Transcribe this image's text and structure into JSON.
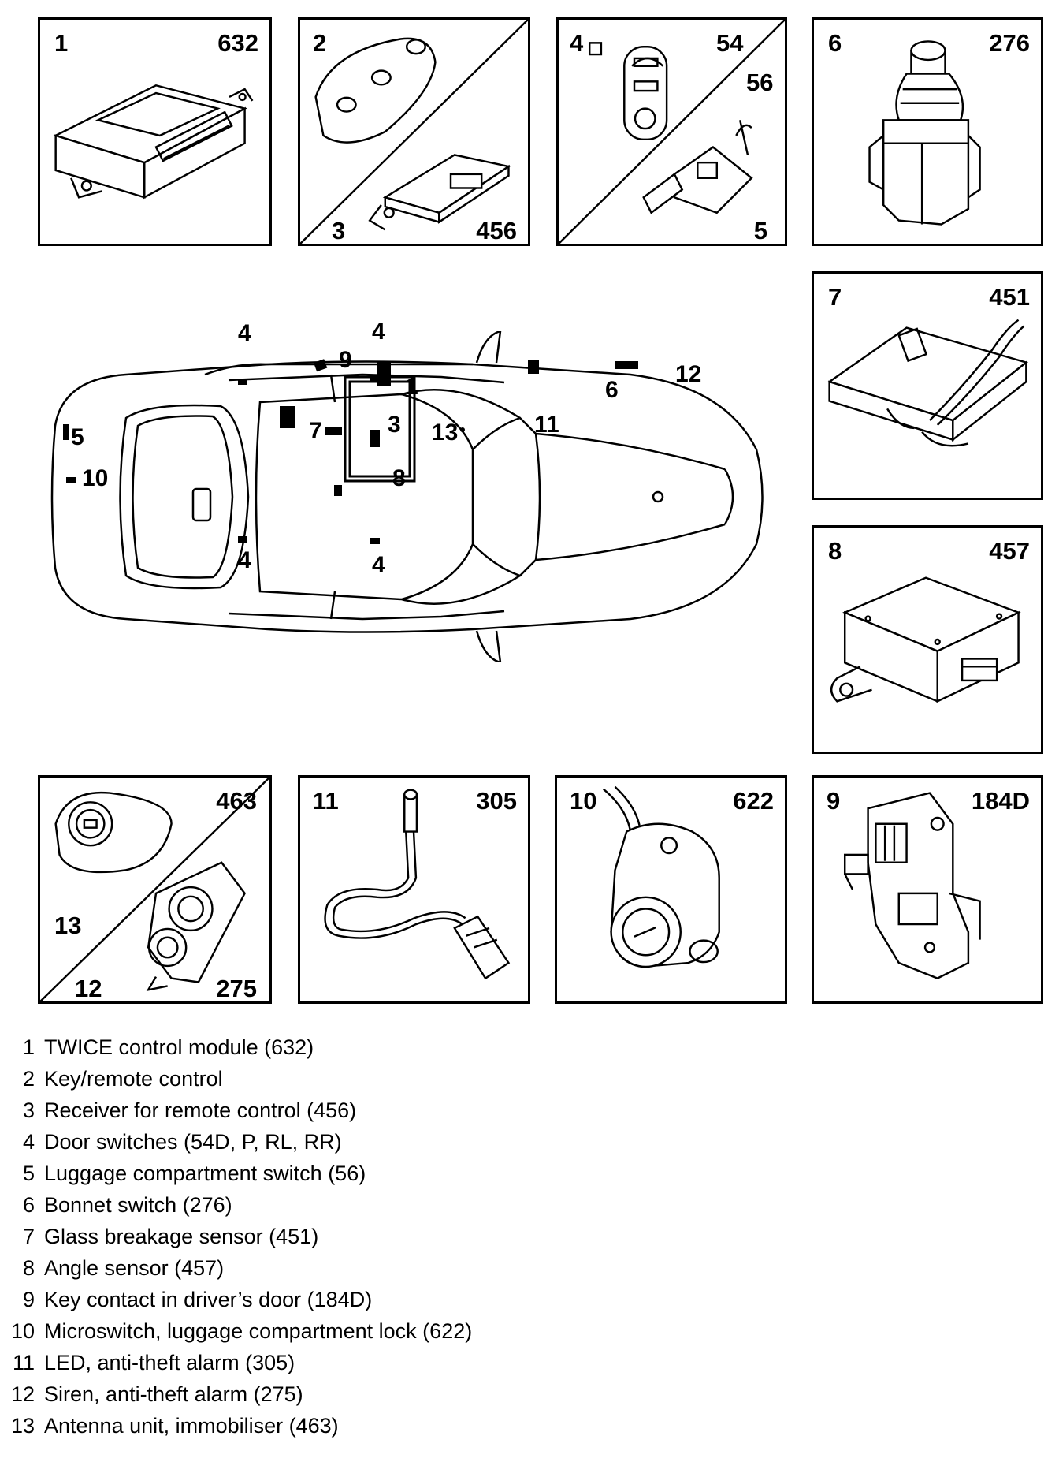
{
  "panels": [
    {
      "id": "p1",
      "labels": [
        "1",
        "632"
      ]
    },
    {
      "id": "p2",
      "labels": [
        "2",
        "3",
        "456"
      ]
    },
    {
      "id": "p3",
      "labels": [
        "4",
        "54",
        "56",
        "5"
      ]
    },
    {
      "id": "p4",
      "labels": [
        "6",
        "276"
      ]
    },
    {
      "id": "p5",
      "labels": [
        "7",
        "451"
      ]
    },
    {
      "id": "p6",
      "labels": [
        "8",
        "457"
      ]
    },
    {
      "id": "p7",
      "labels": [
        "463",
        "13",
        "12",
        "275"
      ]
    },
    {
      "id": "p8",
      "labels": [
        "11",
        "305"
      ]
    },
    {
      "id": "p9",
      "labels": [
        "10",
        "622"
      ]
    },
    {
      "id": "p10",
      "labels": [
        "9",
        "184D"
      ]
    }
  ],
  "car_labels": [
    "4",
    "4",
    "9",
    "1",
    "6",
    "12",
    "7",
    "3",
    "13",
    "11",
    "5",
    "10",
    "8",
    "4",
    "4"
  ],
  "legend": [
    {
      "num": "1",
      "text": "TWICE control module (632)"
    },
    {
      "num": "2",
      "text": "Key/remote control"
    },
    {
      "num": "3",
      "text": "Receiver for remote control (456)"
    },
    {
      "num": "4",
      "text": "Door switches (54D, P, RL, RR)"
    },
    {
      "num": "5",
      "text": "Luggage compartment switch (56)"
    },
    {
      "num": "6",
      "text": "Bonnet switch (276)"
    },
    {
      "num": "7",
      "text": "Glass breakage sensor (451)"
    },
    {
      "num": "8",
      "text": "Angle sensor (457)"
    },
    {
      "num": "9",
      "text": "Key contact in driver’s door (184D)"
    },
    {
      "num": "10",
      "text": "Microswitch, luggage compartment lock (622)"
    },
    {
      "num": "11",
      "text": "LED, anti-theft alarm (305)"
    },
    {
      "num": "12",
      "text": "Siren, anti-theft alarm (275)"
    },
    {
      "num": "13",
      "text": "Antenna unit, immobiliser (463)"
    }
  ]
}
